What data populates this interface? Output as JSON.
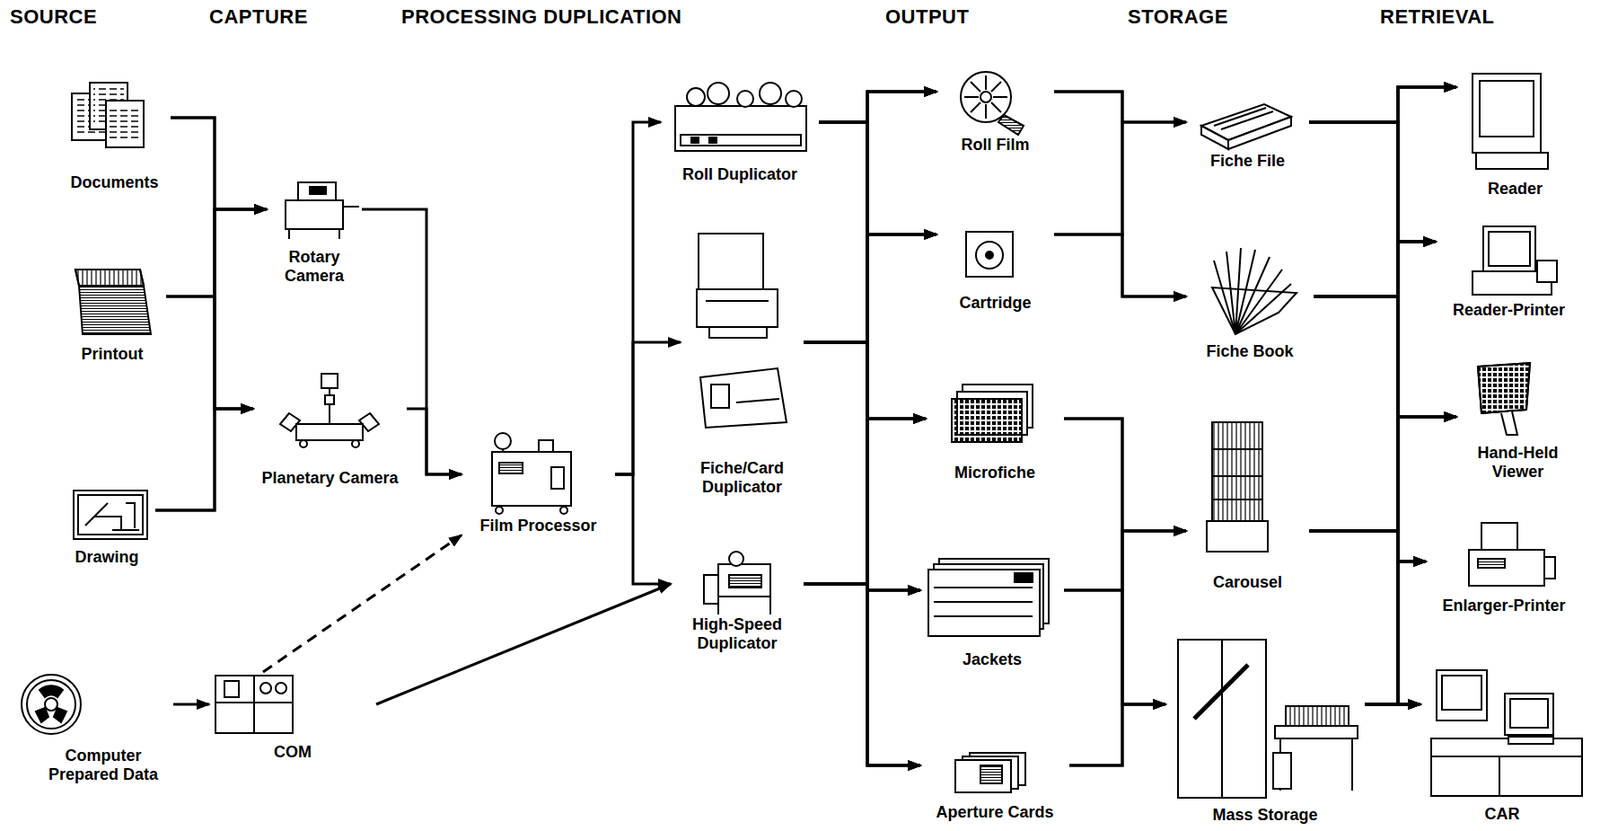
{
  "diagram": {
    "nodes": [
      {
        "text": [
          "Documents"
        ]
      },
      {
        "text": [
          "Printout"
        ]
      },
      {
        "text": [
          "Drawing"
        ]
      },
      {
        "text": [
          "Computer Prepared Data"
        ]
      },
      {
        "text": [
          "Rotary Camera"
        ]
      },
      {
        "text": [
          "Planetary Camera"
        ]
      },
      {
        "text": [
          "COM"
        ]
      },
      {
        "text": [
          "Film Processor"
        ]
      },
      {
        "text": [
          "Roll Duplicator"
        ]
      },
      {
        "text": [
          "Fiche/Card Duplicator"
        ]
      },
      {
        "text": [
          "High-Speed Duplicator"
        ]
      },
      {
        "text": [
          "Roll Film"
        ]
      },
      {
        "text": [
          "Cartridge"
        ]
      },
      {
        "text": [
          "Microfiche"
        ]
      },
      {
        "text": [
          "Jackets"
        ]
      },
      {
        "text": [
          "Aperture Cards"
        ]
      },
      {
        "text": [
          "Fiche File"
        ]
      },
      {
        "text": [
          "Fiche Book"
        ]
      },
      {
        "text": [
          "Carousel"
        ]
      },
      {
        "text": [
          "Mass Storage"
        ]
      },
      {
        "text": [
          "Reader"
        ]
      },
      {
        "text": [
          "Reader-Printer"
        ]
      },
      {
        "text": [
          "Hand-Held Viewer"
        ]
      },
      {
        "text": [
          "Enlarger-Printer"
        ]
      },
      {
        "text": [
          "CAR"
        ]
      }
    ],
    "edges": [
      {
        "from": 0,
        "to": 4,
        "arrow": "to"
      },
      {
        "from": 0,
        "to": 5,
        "arrow": "to"
      },
      {
        "from": 1,
        "to": 4,
        "arrow": "to"
      },
      {
        "from": 1,
        "to": 5,
        "arrow": "to"
      },
      {
        "from": 2,
        "to": 4,
        "arrow": "to"
      },
      {
        "from": 2,
        "to": 5,
        "arrow": "to"
      },
      {
        "from": 3,
        "to": 6,
        "arrow": "to"
      },
      {
        "from": 4,
        "to": 7,
        "arrow": "to"
      },
      {
        "from": 5,
        "to": 7,
        "arrow": "to"
      },
      {
        "from": 6,
        "to": 7,
        "arrow": "to"
      },
      {
        "from": 6,
        "to": 10,
        "arrow": "to"
      },
      {
        "from": 7,
        "to": 8,
        "arrow": "to"
      },
      {
        "from": 7,
        "to": 9,
        "arrow": "to"
      },
      {
        "from": 7,
        "to": 10,
        "arrow": "to"
      },
      {
        "from": 8,
        "to": 11,
        "arrow": "to"
      },
      {
        "from": 8,
        "to": 12,
        "arrow": "to"
      },
      {
        "from": 8,
        "to": 13,
        "arrow": "to"
      },
      {
        "from": 8,
        "to": 14,
        "arrow": "to"
      },
      {
        "from": 8,
        "to": 15,
        "arrow": "to"
      },
      {
        "from": 9,
        "to": 11,
        "arrow": "to"
      },
      {
        "from": 9,
        "to": 12,
        "arrow": "to"
      },
      {
        "from": 9,
        "to": 13,
        "arrow": "to"
      },
      {
        "from": 9,
        "to": 14,
        "arrow": "to"
      },
      {
        "from": 9,
        "to": 15,
        "arrow": "to"
      },
      {
        "from": 10,
        "to": 11,
        "arrow": "to"
      },
      {
        "from": 10,
        "to": 12,
        "arrow": "to"
      },
      {
        "from": 10,
        "to": 13,
        "arrow": "to"
      },
      {
        "from": 10,
        "to": 14,
        "arrow": "to"
      },
      {
        "from": 10,
        "to": 15,
        "arrow": "to"
      },
      {
        "from": 11,
        "to": 16,
        "arrow": "to"
      },
      {
        "from": 11,
        "to": 17,
        "arrow": "to"
      },
      {
        "from": 12,
        "to": 16,
        "arrow": "to"
      },
      {
        "from": 12,
        "to": 17,
        "arrow": "to"
      },
      {
        "from": 13,
        "to": 18,
        "arrow": "to"
      },
      {
        "from": 13,
        "to": 19,
        "arrow": "to"
      },
      {
        "from": 14,
        "to": 18,
        "arrow": "to"
      },
      {
        "from": 14,
        "to": 19,
        "arrow": "to"
      },
      {
        "from": 15,
        "to": 18,
        "arrow": "to"
      },
      {
        "from": 15,
        "to": 19,
        "arrow": "to"
      },
      {
        "from": 16,
        "to": 20,
        "arrow": "to"
      },
      {
        "from": 16,
        "to": 21,
        "arrow": "to"
      },
      {
        "from": 16,
        "to": 22,
        "arrow": "to"
      },
      {
        "from": 16,
        "to": 23,
        "arrow": "to"
      },
      {
        "from": 16,
        "to": 24,
        "arrow": "to"
      },
      {
        "from": 17,
        "to": 20,
        "arrow": "to"
      },
      {
        "from": 17,
        "to": 21,
        "arrow": "to"
      },
      {
        "from": 17,
        "to": 22,
        "arrow": "to"
      },
      {
        "from": 17,
        "to": 23,
        "arrow": "to"
      },
      {
        "from": 17,
        "to": 24,
        "arrow": "to"
      },
      {
        "from": 18,
        "to": 20,
        "arrow": "to"
      },
      {
        "from": 18,
        "to": 21,
        "arrow": "to"
      },
      {
        "from": 18,
        "to": 22,
        "arrow": "to"
      },
      {
        "from": 18,
        "to": 23,
        "arrow": "to"
      },
      {
        "from": 18,
        "to": 24,
        "arrow": "to"
      },
      {
        "from": 19,
        "to": 20,
        "arrow": "to"
      },
      {
        "from": 19,
        "to": 21,
        "arrow": "to"
      },
      {
        "from": 19,
        "to": 22,
        "arrow": "to"
      },
      {
        "from": 19,
        "to": 23,
        "arrow": "to"
      },
      {
        "from": 19,
        "to": 24,
        "arrow": "to"
      }
    ],
    "labels": [
      "SOURCE",
      "CAPTURE",
      "PROCESSING DUPLICATION",
      "OUTPUT",
      "STORAGE",
      "RETRIEVAL"
    ]
  }
}
